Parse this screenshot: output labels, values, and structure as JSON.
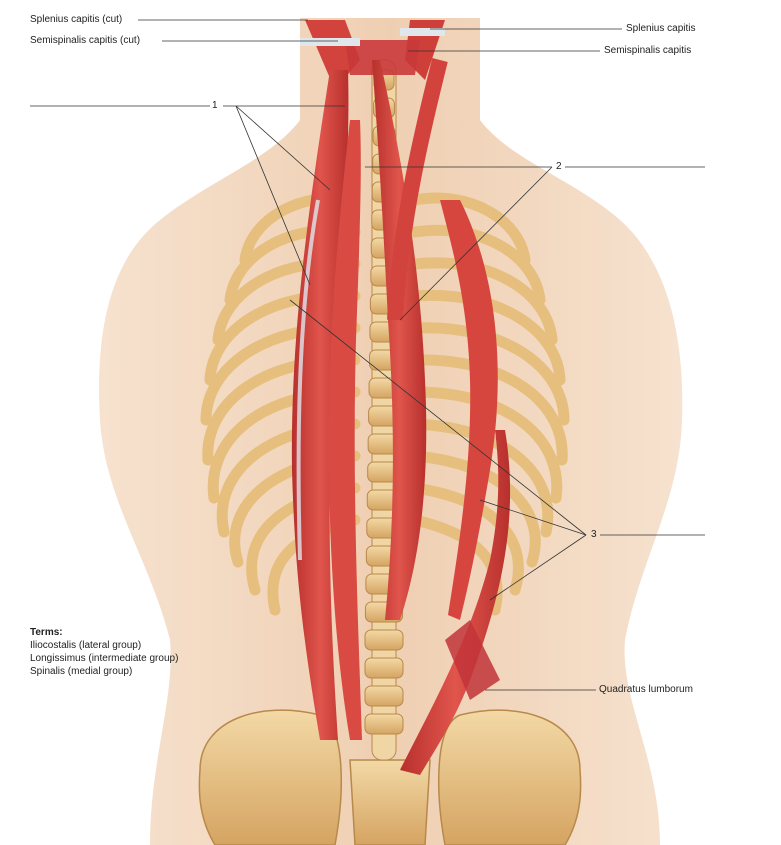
{
  "labels": {
    "splenius_capitis_cut": "Splenius capitis (cut)",
    "semispinalis_capitis_cut": "Semispinalis capitis (cut)",
    "splenius_capitis": "Splenius capitis",
    "semispinalis_capitis": "Semispinalis capitis",
    "quadratus_lumborum": "Quadratus lumborum"
  },
  "numbers": {
    "n1": "1",
    "n2": "2",
    "n3": "3"
  },
  "terms": {
    "heading": "Terms:",
    "items": [
      "Iliocostalis (lateral group)",
      "Longissimus (intermediate group)",
      "Spinalis (medial group)"
    ]
  },
  "colors": {
    "skin": "#f1d3b7",
    "muscle": "#d8453f",
    "muscle_dark": "#b22a2a",
    "bone": "#e8c487",
    "bone_dark": "#c99a55",
    "tendon": "#dfe6ec"
  }
}
